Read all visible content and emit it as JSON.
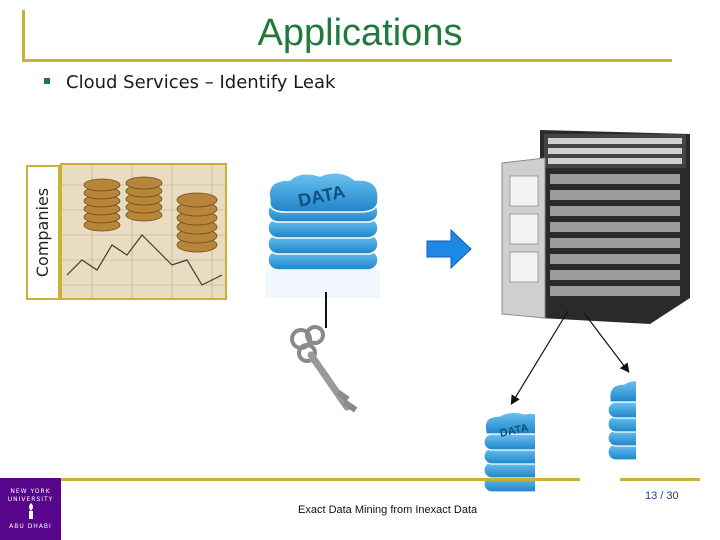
{
  "slide": {
    "title": "Applications",
    "bullet": "Cloud Services – Identify Leak",
    "side_label": "Companies",
    "footer_caption": "Exact Data Mining from Inexact Data",
    "page_number": "13 / 30",
    "logo_top": "NEW YORK UNIVERSITY",
    "logo_bottom": "ABU DHABI"
  },
  "icons": {
    "data_stack_label": "DATA",
    "data_stack_small_label": "DATA"
  },
  "colors": {
    "accent": "#c9b037",
    "title": "#1f7a3b",
    "data_blue": "#2f9ad8",
    "arrow_blue": "#1e88e5",
    "nyu_purple": "#57068c"
  }
}
